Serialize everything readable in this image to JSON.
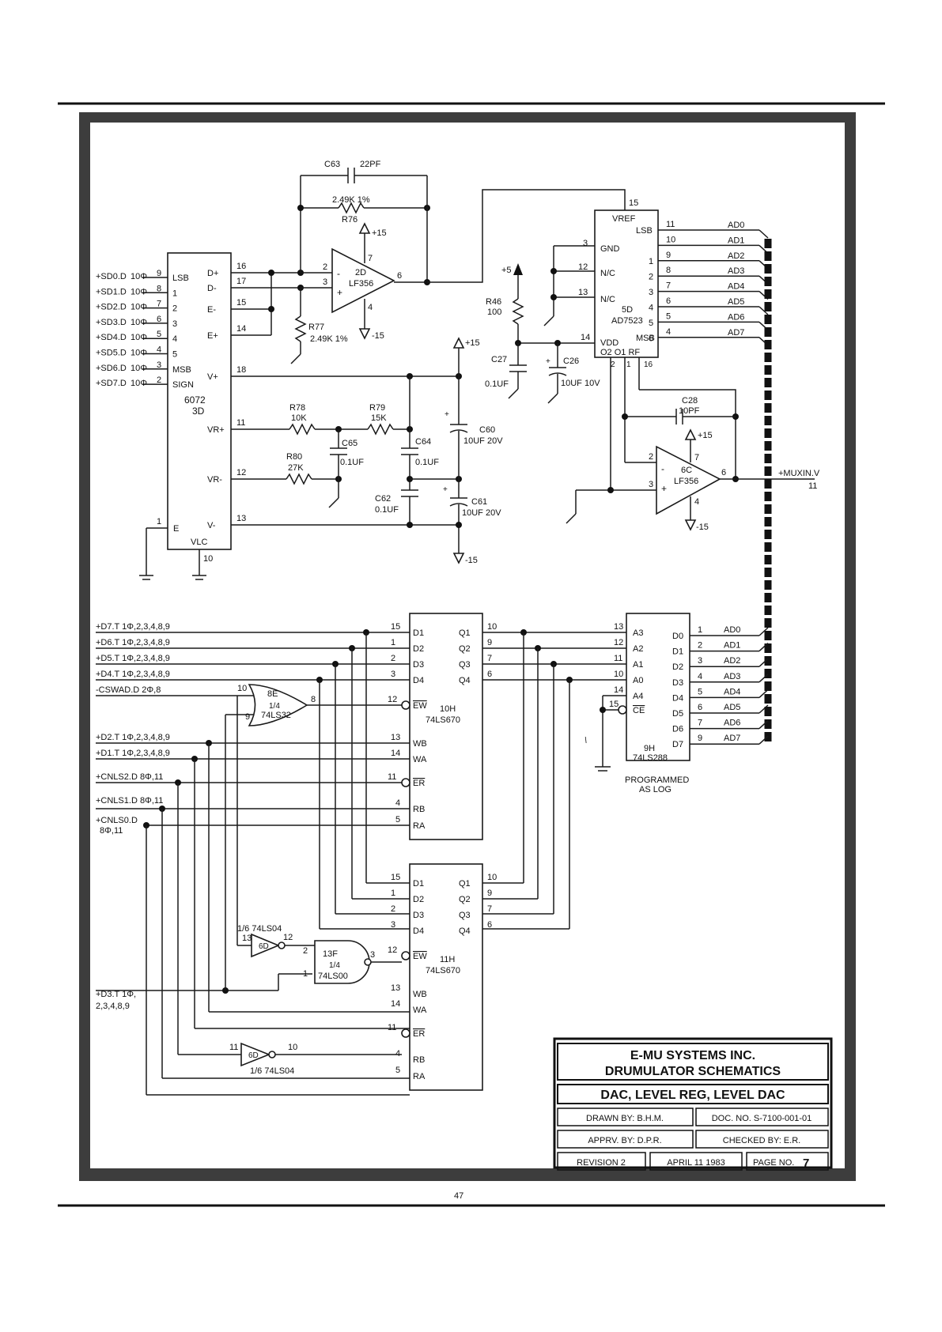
{
  "page_number": "47",
  "title_block": {
    "company": "E-MU SYSTEMS INC.",
    "product": "DRUMULATOR SCHEMATICS",
    "sheet_title": "DAC, LEVEL REG, LEVEL DAC",
    "drawn_by": "DRAWN BY: B.H.M.",
    "doc_no": "DOC. NO. S-7100-001-01",
    "approved_by": "APPRV. BY: D.P.R.",
    "checked_by": "CHECKED BY: E.R.",
    "revision": "REVISION 2",
    "date": "APRIL 11 1983",
    "page_label": "PAGE NO.",
    "page_value": "7"
  },
  "dac_6072": {
    "part": "6072",
    "ref": "3D",
    "inputs": [
      {
        "signal": "+SD0.D",
        "src": "10Φ",
        "pin": "9",
        "label": "LSB"
      },
      {
        "signal": "+SD1.D",
        "src": "10Φ",
        "pin": "8",
        "label": "1"
      },
      {
        "signal": "+SD2.D",
        "src": "10Φ",
        "pin": "7",
        "label": "2"
      },
      {
        "signal": "+SD3.D",
        "src": "10Φ",
        "pin": "6",
        "label": "3"
      },
      {
        "signal": "+SD4.D",
        "src": "10Φ",
        "pin": "5",
        "label": "4"
      },
      {
        "signal": "+SD5.D",
        "src": "10Φ",
        "pin": "4",
        "label": "5"
      },
      {
        "signal": "+SD6.D",
        "src": "10Φ",
        "pin": "3",
        "label": "MSB"
      },
      {
        "signal": "+SD7.D",
        "src": "10Φ",
        "pin": "2",
        "label": "SIGN"
      }
    ],
    "outputs": [
      {
        "pin": "16",
        "label": "D+"
      },
      {
        "pin": "17",
        "label": "D-"
      },
      {
        "pin": "15",
        "label": "E-"
      },
      {
        "pin": "14",
        "label": "E+"
      },
      {
        "pin": "18",
        "label": "V+"
      },
      {
        "pin": "11",
        "label": "VR+"
      },
      {
        "pin": "12",
        "label": "VR-"
      },
      {
        "pin": "13",
        "label": "V-"
      }
    ],
    "e_pin": "1",
    "e_label": "E",
    "vlc_label": "VLC",
    "vlc_pin": "10"
  },
  "opamp_2d": {
    "ref": "2D",
    "part": "LF356",
    "pin_inv": "2",
    "pin_noninv": "3",
    "pin_out": "6",
    "pin_vp": "7",
    "pin_vn": "4",
    "sign_inv": "-",
    "sign_noninv": "+"
  },
  "opamp_6c": {
    "ref": "6C",
    "part": "LF356",
    "pin_inv": "2",
    "pin_noninv": "3",
    "pin_out": "6",
    "pin_vp": "7",
    "pin_vn": "4",
    "sign_inv": "-",
    "sign_noninv": "+"
  },
  "components": {
    "c63": {
      "ref": "C63",
      "value": "22PF"
    },
    "r76": {
      "ref": "R76",
      "value": "2.49K 1%"
    },
    "r77": {
      "ref": "R77",
      "value": "2.49K 1%"
    },
    "r78": {
      "ref": "R78",
      "value": "10K"
    },
    "r79": {
      "ref": "R79",
      "value": "15K"
    },
    "r80": {
      "ref": "R80",
      "value": "27K"
    },
    "c65": {
      "ref": "C65",
      "value": "0.1UF"
    },
    "c64": {
      "ref": "C64",
      "value": "0.1UF"
    },
    "c62": {
      "ref": "C62",
      "value": "0.1UF"
    },
    "c60": {
      "ref": "C60",
      "value": "10UF 20V"
    },
    "c61": {
      "ref": "C61",
      "value": "10UF 20V"
    },
    "r46": {
      "ref": "R46",
      "value": "100"
    },
    "c27": {
      "ref": "C27",
      "value": "0.1UF"
    },
    "c26": {
      "ref": "C26",
      "value": "10UF 10V"
    },
    "c28": {
      "ref": "C28",
      "value": "10PF"
    }
  },
  "supplies": {
    "p15": "+15",
    "m15": "-15",
    "p5": "+5",
    "plus": "+"
  },
  "dac_ad7523": {
    "ref": "5D",
    "part": "AD7523",
    "vref_label": "VREF",
    "vref_pin": "15",
    "gnd_label": "GND",
    "gnd_pin": "3",
    "nc_label": "N/C",
    "nc1_pin": "12",
    "nc2_pin": "13",
    "vdd_label": "VDD",
    "vdd_pin": "14",
    "bottom_labels": "O2 O1  RF",
    "o2_pin": "2",
    "o1_pin": "1",
    "rf_pin": "16",
    "bits": [
      {
        "label": "LSB",
        "pin": "11",
        "net": "AD0"
      },
      {
        "label": "",
        "pin": "10",
        "net": "AD1"
      },
      {
        "label": "",
        "pin": "9",
        "net": "AD2"
      },
      {
        "label": "",
        "pin": "8",
        "net": "AD3"
      },
      {
        "label": "",
        "pin": "7",
        "net": "AD4"
      },
      {
        "label": "",
        "pin": "6",
        "net": "AD5"
      },
      {
        "label": "",
        "pin": "5",
        "net": "AD6"
      },
      {
        "label": "MSB",
        "pin": "4",
        "net": "AD7"
      }
    ],
    "inner_pins": [
      "1",
      "2",
      "3",
      "4",
      "5",
      "6"
    ]
  },
  "output_net": {
    "label": "+MUXIN.V",
    "pin": "11"
  },
  "reg_10h": {
    "ref": "10H",
    "part": "74LS670",
    "d": [
      {
        "pin": "15",
        "label": "D1"
      },
      {
        "pin": "1",
        "label": "D2"
      },
      {
        "pin": "2",
        "label": "D3"
      },
      {
        "pin": "3",
        "label": "D4"
      }
    ],
    "q": [
      {
        "pin": "10",
        "label": "Q1"
      },
      {
        "pin": "9",
        "label": "Q2"
      },
      {
        "pin": "7",
        "label": "Q3"
      },
      {
        "pin": "6",
        "label": "Q4"
      }
    ],
    "ew_pin": "12",
    "ew": "EW",
    "wb_pin": "13",
    "wb": "WB",
    "wa_pin": "14",
    "wa": "WA",
    "er_pin": "11",
    "er": "ER",
    "rb_pin": "4",
    "rb": "RB",
    "ra_pin": "5",
    "ra": "RA"
  },
  "reg_11h": {
    "ref": "11H",
    "part": "74LS670",
    "d": [
      {
        "pin": "15",
        "label": "D1"
      },
      {
        "pin": "1",
        "label": "D2"
      },
      {
        "pin": "2",
        "label": "D3"
      },
      {
        "pin": "3",
        "label": "D4"
      }
    ],
    "q": [
      {
        "pin": "10",
        "label": "Q1"
      },
      {
        "pin": "9",
        "label": "Q2"
      },
      {
        "pin": "7",
        "label": "Q3"
      },
      {
        "pin": "6",
        "label": "Q4"
      }
    ],
    "ew_pin": "12",
    "ew": "EW",
    "wb_pin": "13",
    "wb": "WB",
    "wa_pin": "14",
    "wa": "WA",
    "er_pin": "11",
    "er": "ER",
    "rb_pin": "4",
    "rb": "RB",
    "ra_pin": "5",
    "ra": "RA"
  },
  "prom_9h": {
    "ref": "9H",
    "part": "74LS288",
    "a": [
      {
        "pin": "13",
        "label": "A3"
      },
      {
        "pin": "12",
        "label": "A2"
      },
      {
        "pin": "11",
        "label": "A1"
      },
      {
        "pin": "10",
        "label": "A0"
      },
      {
        "pin": "14",
        "label": "A4"
      }
    ],
    "ce_pin": "15",
    "ce": "CE",
    "d": [
      {
        "label": "D0",
        "pin": "1",
        "net": "AD0"
      },
      {
        "label": "D1",
        "pin": "2",
        "net": "AD1"
      },
      {
        "label": "D2",
        "pin": "3",
        "net": "AD2"
      },
      {
        "label": "D3",
        "pin": "4",
        "net": "AD3"
      },
      {
        "label": "D4",
        "pin": "5",
        "net": "AD4"
      },
      {
        "label": "D5",
        "pin": "6",
        "net": "AD5"
      },
      {
        "label": "D6",
        "pin": "7",
        "net": "AD6"
      },
      {
        "label": "D7",
        "pin": "9",
        "net": "AD7"
      }
    ],
    "note_line1": "PROGRAMMED",
    "note_line2": "AS LOG"
  },
  "gate_8e": {
    "ref": "8E",
    "frac": "1/4",
    "part": "74LS32",
    "in1": "10",
    "in2": "9",
    "out": "8"
  },
  "gate_13f": {
    "ref": "13F",
    "frac": "1/4",
    "part": "74LS00",
    "in1": "2",
    "in2": "1",
    "out": "3"
  },
  "inv_6d_a": {
    "ref": "6D",
    "label": "1/6 74LS04",
    "in": "13",
    "out": "12"
  },
  "inv_6d_b": {
    "ref": "6D",
    "label": "1/6 74LS04",
    "in": "11",
    "out": "10"
  },
  "left_signals": {
    "d7": "+D7.T 1Φ,2,3,4,8,9",
    "d6": "+D6.T 1Φ,2,3,4,8,9",
    "d5": "+D5.T 1Φ,2,3,4,8,9",
    "d4": "+D4.T 1Φ,2,3,4,8,9",
    "cswad": "-CSWAD.D 2Φ,8",
    "d2": "+D2.T 1Φ,2,3,4,8,9",
    "d1": "+D1.T 1Φ,2,3,4,8,9",
    "cnls2": "+CNLS2.D 8Φ,11",
    "cnls1": "+CNLS1.D 8Φ,11",
    "cnls0_a": "+CNLS0.D",
    "cnls0_b": "8Φ,11",
    "d3_a": "+D3.T 1Φ,",
    "d3_b": "2,3,4,8,9"
  }
}
